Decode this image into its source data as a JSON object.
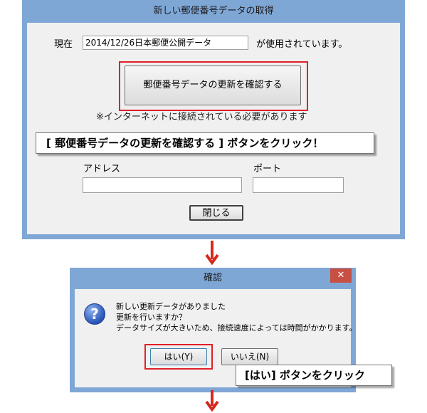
{
  "main_dialog": {
    "title": "新しい郵便番号データの取得",
    "current_label": "現在",
    "current_value": "2014/12/26日本郵便公開データ",
    "in_use_text": "が使用されています。",
    "check_button_label": "郵便番号データの更新を確認する",
    "note": "※インターネットに接続されている必要があります",
    "address_label": "アドレス",
    "address_value": "",
    "port_label": "ポート",
    "port_value": "",
    "close_button_label": "閉じる"
  },
  "callout1": "[ 郵便番号データの更新を確認する ] ボタンをクリック！",
  "confirm_dialog": {
    "title": "確認",
    "close_glyph": "✕",
    "icon_glyph": "?",
    "message_line1": "新しい更新データがありました",
    "message_line2": "更新を行いますか？",
    "message_line3": "データサイズが大きいため、接続速度によっては時間がかかります。",
    "yes_button_label": "はい(Y)",
    "no_button_label": "いいえ(N)"
  },
  "callout2": "[はい] ボタンをクリック",
  "colors": {
    "frame": "#7fa7d6",
    "highlight_red": "#e0202a",
    "arrow_red": "#d8281c"
  }
}
